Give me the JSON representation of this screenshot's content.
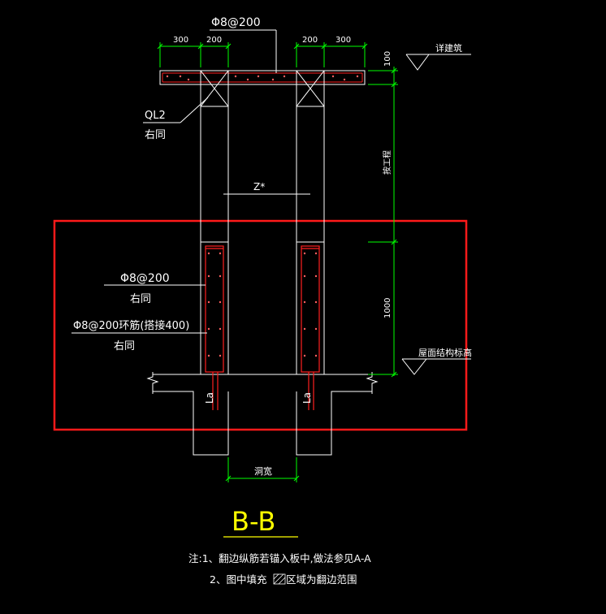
{
  "colors": {
    "background": "#000000",
    "line": "#ffffff",
    "dimension": "#00ff00",
    "rebar": "#ff2020",
    "highlight": "#ff1a1a",
    "title": "#ffff00"
  },
  "dimensions": {
    "top_left_300": "300",
    "top_left_200": "200",
    "top_right_200": "200",
    "top_right_300": "300",
    "right_100": "100",
    "right_variable": "按工程",
    "right_1000": "1000",
    "bottom_width": "洞宽"
  },
  "labels": {
    "top_rebar": "Φ8@200",
    "ql2": "QL2",
    "ql2_note": "右同",
    "z_star": "Z*",
    "rebar_1": "Φ8@200",
    "rebar_1_note": "右同",
    "rebar_2": "Φ8@200环筋(搭接400)",
    "rebar_2_note": "右同",
    "left_la": "La",
    "right_la": "La",
    "elev_top": "详建筑",
    "elev_roof": "屋面结构标高"
  },
  "title": "B-B",
  "notes": {
    "line1": "注:1、翻边纵筋若锚入板中,做法参见A-A",
    "line2_pre": "2、图中填充",
    "line2_post": "区域为翻边范围"
  }
}
